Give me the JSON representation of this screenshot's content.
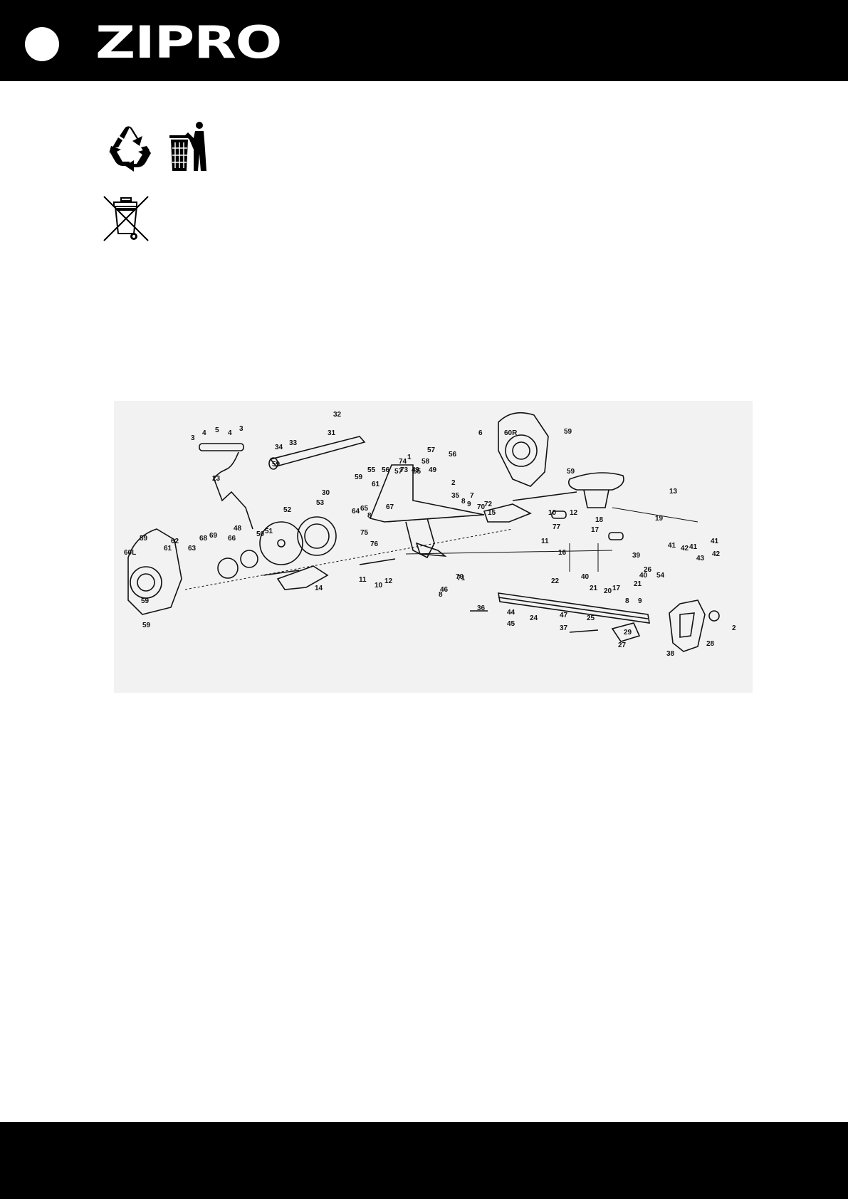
{
  "header": {
    "brand": "ZIPRO"
  },
  "icons": [
    "recycle-icon",
    "tidyman-bin-icon",
    "crossed-out-wheelie-bin-icon"
  ],
  "colors": {
    "header_bg": "#000000",
    "logo": "#ffffff",
    "diagram_bg": "#f2f2f2"
  },
  "diagram": {
    "part_labels": [
      "3",
      "4",
      "5",
      "4",
      "3",
      "32",
      "31",
      "34",
      "33",
      "59",
      "30",
      "59",
      "6",
      "60R",
      "59",
      "59",
      "1",
      "74",
      "73",
      "58",
      "49",
      "49",
      "57",
      "55",
      "56",
      "55",
      "56",
      "57",
      "61",
      "2",
      "35",
      "7",
      "8",
      "9",
      "70",
      "72",
      "15",
      "13",
      "12",
      "10",
      "11",
      "77",
      "18",
      "17",
      "19",
      "16",
      "39",
      "26",
      "54",
      "41",
      "42",
      "41",
      "43",
      "42",
      "41",
      "59",
      "60L",
      "62",
      "61",
      "63",
      "68",
      "69",
      "66",
      "48",
      "50",
      "51",
      "52",
      "53",
      "64",
      "65",
      "67",
      "8",
      "75",
      "76",
      "46",
      "71",
      "10",
      "12",
      "11",
      "70",
      "14",
      "8",
      "22",
      "36",
      "44",
      "45",
      "24",
      "47",
      "37",
      "25",
      "8",
      "9",
      "29",
      "27",
      "38",
      "28",
      "2",
      "40",
      "21",
      "20",
      "17",
      "21",
      "40",
      "59",
      "59",
      "23"
    ]
  }
}
